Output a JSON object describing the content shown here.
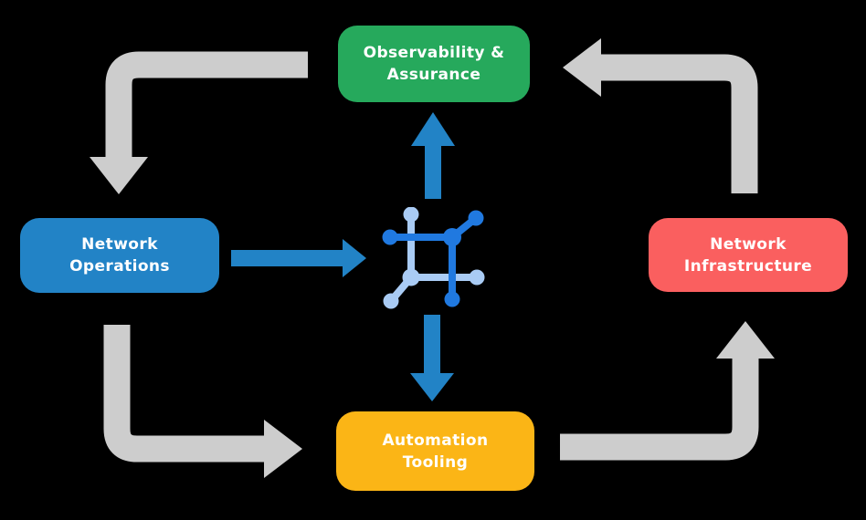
{
  "title": "Network automation cycle diagram",
  "colors": {
    "background": "#000000",
    "arrow_gray": "#CDCDCD",
    "arrow_blue": "#2283C6",
    "icon_dark": "#2079E0",
    "icon_light": "#A9CBF4",
    "text": "#FFFFFF"
  },
  "nodes": {
    "observability": {
      "label": "Observability &\nAssurance",
      "color": "#26A95C"
    },
    "operations": {
      "label": "Network\nOperations",
      "color": "#2283C6"
    },
    "infrastructure": {
      "label": "Network\nInfrastructure",
      "color": "#FA5F5F"
    },
    "automation": {
      "label": "Automation\nTooling",
      "color": "#FBB516"
    }
  },
  "center_icon": {
    "name": "network-automation-icon"
  },
  "arrows": {
    "outer_cycle": [
      {
        "from": "Observability & Assurance",
        "to": "Network Operations",
        "color": "#CDCDCD"
      },
      {
        "from": "Network Operations",
        "to": "Automation Tooling",
        "color": "#CDCDCD"
      },
      {
        "from": "Automation Tooling",
        "to": "Network Infrastructure",
        "color": "#CDCDCD"
      },
      {
        "from": "Network Infrastructure",
        "to": "Observability & Assurance",
        "color": "#CDCDCD"
      }
    ],
    "inner": [
      {
        "from": "Network Operations",
        "to": "center icon",
        "color": "#2283C6"
      },
      {
        "from": "center icon",
        "to": "Observability & Assurance",
        "color": "#2283C6"
      },
      {
        "from": "center icon",
        "to": "Automation Tooling",
        "color": "#2283C6"
      }
    ]
  }
}
